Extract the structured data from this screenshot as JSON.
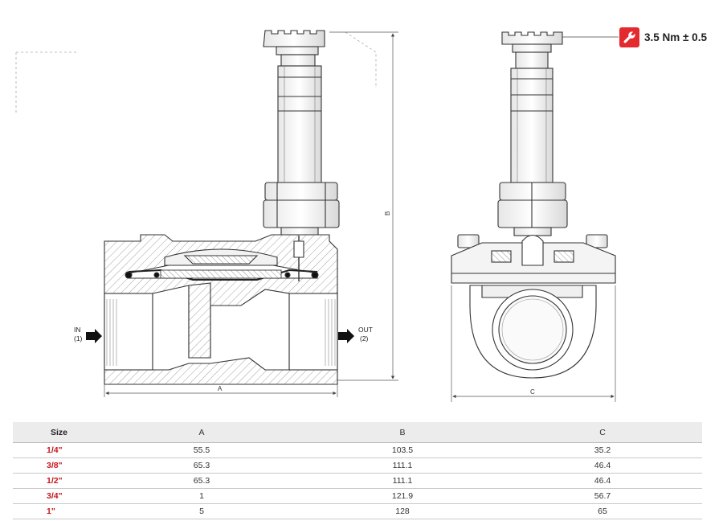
{
  "labels": {
    "inlet_name": "IN",
    "inlet_port": "(1)",
    "outlet_name": "OUT",
    "outlet_port": "(2)",
    "dim_a": "A",
    "dim_b": "B",
    "dim_c": "C"
  },
  "torque": {
    "icon": "wrench-icon",
    "text": "3.5 Nm ± 0.5",
    "color": "#e32a2f"
  },
  "table": {
    "headers": [
      "Size",
      "A",
      "B",
      "C"
    ],
    "rows": [
      {
        "size": "1/4\"",
        "a": "55.5",
        "b": "103.5",
        "c": "35.2"
      },
      {
        "size": "3/8\"",
        "a": "65.3",
        "b": "111.1",
        "c": "46.4"
      },
      {
        "size": "1/2\"",
        "a": "65.3",
        "b": "111.1",
        "c": "46.4"
      },
      {
        "size": "3/4\"",
        "a": "1",
        "b": "121.9",
        "c": "56.7"
      },
      {
        "size": "1\"",
        "a": "5",
        "b": "128",
        "c": "65"
      }
    ],
    "size_color": "#c4161c"
  }
}
